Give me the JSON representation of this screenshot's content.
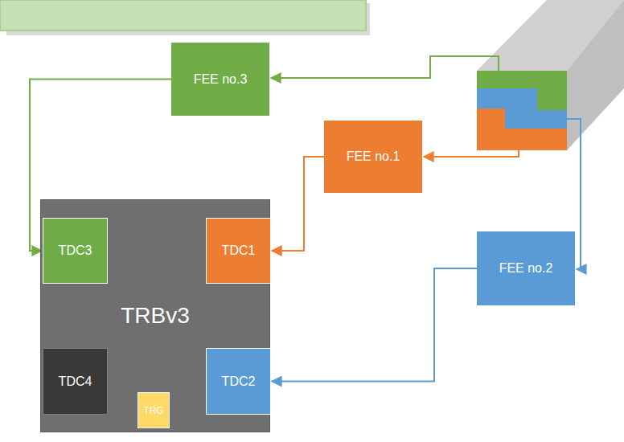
{
  "diagram": {
    "nodes": [
      {
        "text": [
          "FEE no.3"
        ]
      },
      {
        "text": [
          "FEE no.1"
        ]
      },
      {
        "text": [
          "TRBv3"
        ]
      },
      {
        "text": [
          "TDC3"
        ],
        "in": 2
      },
      {
        "text": [
          "TDC1"
        ],
        "in": 2
      },
      {
        "text": [
          "FEE no.2"
        ]
      },
      {
        "text": [
          "TDC4"
        ],
        "in": 2
      },
      {
        "text": [
          "TRG"
        ],
        "in": 2
      },
      {
        "text": [
          "TDC2"
        ],
        "in": 2
      }
    ],
    "edges": [
      {
        "from": 0,
        "to": 3,
        "arrow": "to"
      },
      {
        "from": 1,
        "to": 4,
        "arrow": "to"
      },
      {
        "from": 5,
        "to": 8,
        "arrow": "to"
      }
    ]
  }
}
